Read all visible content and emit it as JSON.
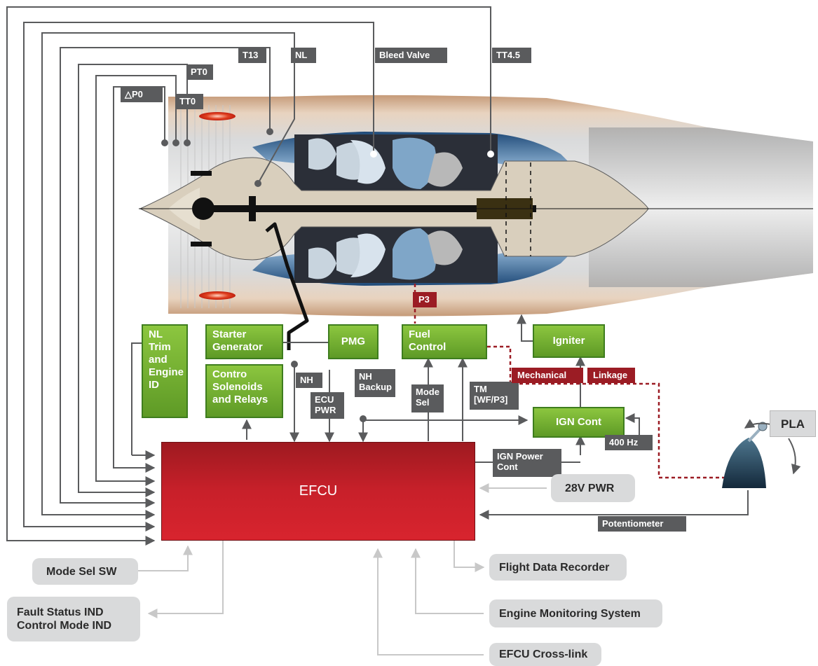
{
  "sensor_tags": {
    "dp0": "△P0",
    "tt0": "TT0",
    "pt0": "PT0",
    "t13": "T13",
    "nl": "NL",
    "bleed_valve": "Bleed Valve",
    "tt45": "TT4.5"
  },
  "boxes": {
    "nl_trim": "NL\nTrim\nand\nEngine\nID",
    "starter_generator": "Starter\nGenerator",
    "control_solenoids": "Contro\nSolenoids\nand Relays",
    "pmg": "PMG",
    "fuel_control": "Fuel\nControl",
    "igniter": "Igniter",
    "ign_cont": "IGN Cont",
    "efcu": "EFCU"
  },
  "signal_tags": {
    "p3": "P3",
    "nh": "NH",
    "ecu_pwr": "ECU\nPWR",
    "nh_backup": "NH\nBackup",
    "mode_sel": "Mode\nSel",
    "tm": "TM\n[WF/P3]",
    "mechanical": "Mechanical",
    "linkage": "Linkage",
    "ign_power_cont": "IGN Power\nCont",
    "hz400": "400 Hz",
    "potentiometer": "Potentiometer"
  },
  "external": {
    "pla": "PLA",
    "pwr28": "28V PWR",
    "mode_sel_sw": "Mode Sel SW",
    "fault_status": "Fault Status IND\nControl Mode IND",
    "flight_data_recorder": "Flight Data Recorder",
    "engine_monitoring": "Engine Monitoring System",
    "efcu_cross_link": "EFCU Cross-link"
  },
  "colors": {
    "efcu_red": "#c8202a",
    "box_green": "#6fab2e",
    "tag_gray": "#5a5b5d",
    "tag_red": "#9b1c24",
    "pill_gray": "#d9dadb",
    "line_dark": "#5a5b5d",
    "line_light": "#c8c8c8",
    "dashed_red": "#9b1c24"
  }
}
